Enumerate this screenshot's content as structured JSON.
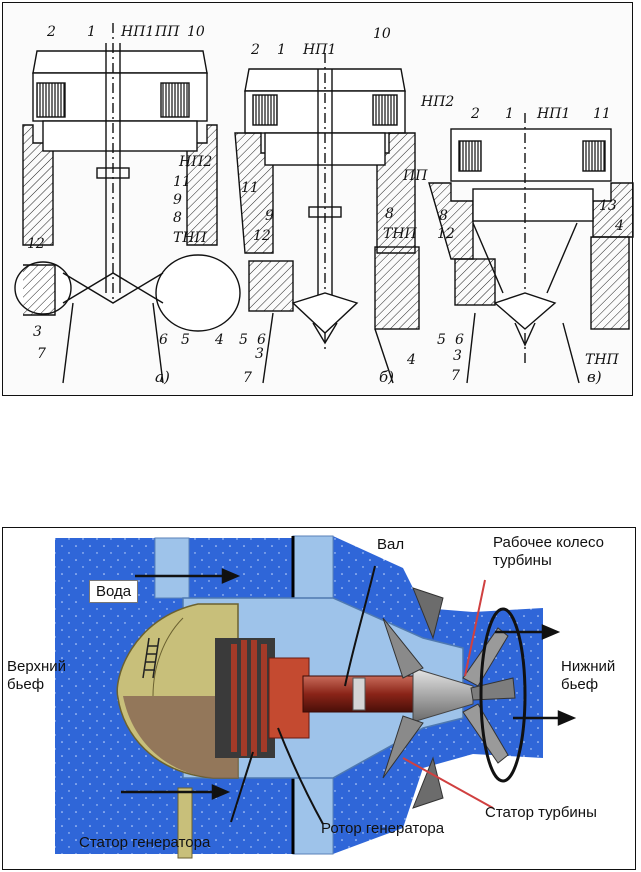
{
  "figure_top": {
    "panel_a": {
      "caption": "а)",
      "labels": [
        "2",
        "1",
        "НП1",
        "ПП",
        "10",
        "НП2",
        "11",
        "9",
        "8",
        "12",
        "ТНП",
        "3",
        "6",
        "5",
        "4",
        "7"
      ]
    },
    "panel_b": {
      "caption": "б)",
      "labels": [
        "2",
        "1",
        "НП1",
        "10",
        "НП2",
        "ПП",
        "11",
        "9",
        "8",
        "12",
        "ТНП",
        "5",
        "6",
        "3",
        "7",
        "4"
      ]
    },
    "panel_c": {
      "caption": "в)",
      "labels": [
        "2",
        "1",
        "НП1",
        "11",
        "8",
        "13",
        "4",
        "12",
        "5",
        "6",
        "3",
        "ТНП",
        "7"
      ]
    }
  },
  "figure_bottom": {
    "labels": {
      "water": "Вода",
      "shaft": "Вал",
      "runner": "Рабочее колесо турбины",
      "headwater": "Верхний бьеф",
      "tailwater": "Нижний бьеф",
      "generator_stator": "Статор генератора",
      "generator_rotor": "Ротор генератора",
      "turbine_stator": "Статор турбины"
    },
    "colors": {
      "water": "#2f66d8",
      "housing": "#9ec3ea",
      "bulb": "#c8bf7a",
      "rotor": "#8a2418",
      "arrow": "#111111"
    }
  }
}
